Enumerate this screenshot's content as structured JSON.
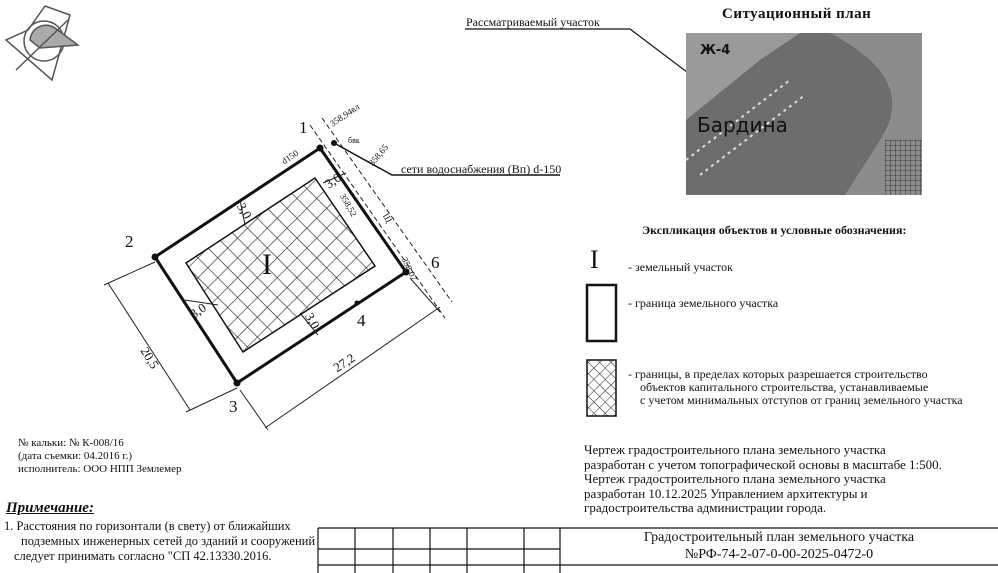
{
  "drawing": {
    "parcel_label": "I",
    "points": {
      "p1": "1",
      "p2": "2",
      "p3": "3",
      "p4": "4",
      "p6": "6"
    },
    "dims": {
      "width": "20,5",
      "length": "27,2",
      "setback_top": "3,0",
      "setback_left": "3,0",
      "setback_bottom_left": "3,0",
      "setback_bottom": "3,0"
    },
    "elevations": {
      "e1": "358,94вл",
      "e2": "358,65",
      "e3": "358,52",
      "e4": "358,07",
      "well": "бвк",
      "pipe": "d150",
      "sh": "Щ"
    },
    "network_callout": "сети водоснабжения (Вп) d-150",
    "parcel_callout": "Рассматриваемый участок"
  },
  "situation": {
    "title": "Ситуационный план",
    "street": "Бардина",
    "label": "Ж-4"
  },
  "legend": {
    "title": "Экспликация объектов и условные обозначения:",
    "items": [
      {
        "symbol": "I",
        "text": "- земельный участок"
      },
      {
        "text": "-   граница земельного участка"
      },
      {
        "lines": [
          "- границы, в пределах которых разрешается строительство",
          "объектов капитального строительства, устанавливаемые",
          "с учетом минимальных отступов от границ земельного участка"
        ]
      }
    ]
  },
  "note_right": [
    "Чертеж градостроительного плана земельного участка",
    "разработан с учетом топографической основы в масштабе 1:500.",
    "Чертеж градостроительного плана земельного участка",
    "разработан 10.12.2025 Управлением архитектуры и",
    "градостроительства администрации города."
  ],
  "survey": [
    "№ кальки: № К-008/16",
    "(дата съемки: 04.2016 г.)",
    "исполнитель: ООО НПП Землемер"
  ],
  "remark": {
    "title": "Примечание:",
    "lines": [
      "1. Расстояния по горизонтали (в свету) от ближайших",
      "подземных инженерных сетей до зданий и сооружений",
      "следует принимать согласно \"СП 42.13330.2016."
    ]
  },
  "stamp": {
    "title": "Градостроительный план  земельного участка",
    "number": "№РФ-74-2-07-0-00-2025-0472-0"
  }
}
